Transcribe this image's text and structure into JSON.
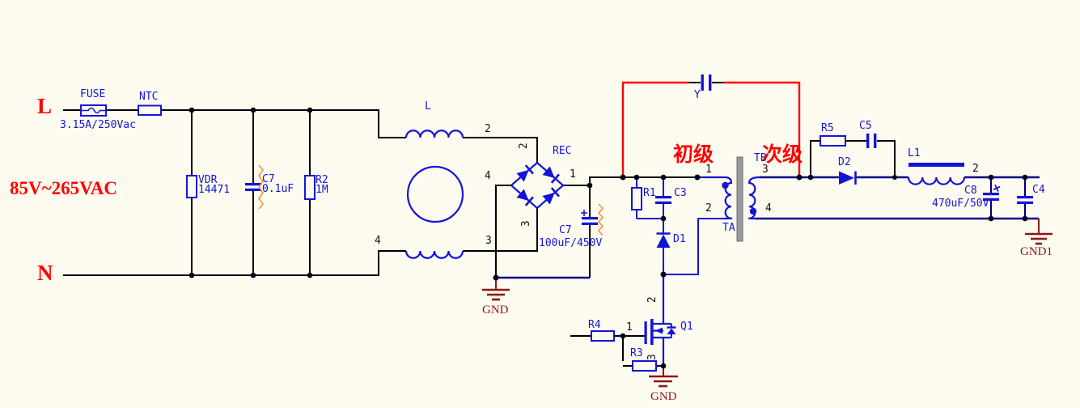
{
  "schematic": {
    "input": {
      "line_live": "L",
      "line_neutral": "N",
      "voltage_range": "85V~265VAC",
      "fuse": {
        "ref": "FUSE",
        "rating": "3.15A/250Vac"
      },
      "ntc": {
        "ref": "NTC"
      },
      "vdr": {
        "ref": "VDR",
        "value": "14471"
      },
      "cx": {
        "ref": "C7",
        "value": "0.1uF"
      },
      "bleeder": {
        "ref": "R2",
        "value": "1M"
      },
      "choke": {
        "ref": "L",
        "pin2": "2",
        "pin3": "3",
        "pin4": "4"
      }
    },
    "rectifier": {
      "ref": "REC",
      "pin1": "1",
      "pin2": "2",
      "pin3": "3",
      "pin4": "4",
      "bulk_cap": {
        "ref": "C7",
        "value": "100uF/450V"
      },
      "ground": "GND"
    },
    "clamp": {
      "r1": "R1",
      "c3": "C3",
      "d1": "D1",
      "y_cap": "Y"
    },
    "transformer": {
      "ref_primary": "TA",
      "ref_secondary": "TB",
      "primary_text": "初级",
      "secondary_text": "次级",
      "pin1": "1",
      "pin2": "2",
      "pin3": "3",
      "pin4": "4"
    },
    "switch": {
      "q1": "Q1",
      "r4": "R4",
      "r3": "R3",
      "pin_gate": "1",
      "pin_drain": "2",
      "pin_source": "3",
      "ground": "GND"
    },
    "output": {
      "r5": "R5",
      "c5": "C5",
      "d2": "D2",
      "l1": "L1",
      "l1_pin": "2",
      "c8": {
        "ref": "C8",
        "value": "470uF/50V"
      },
      "c4": "C4",
      "ground": "GND1"
    },
    "colors": {
      "wire_black": "#000000",
      "wire_navy": "#00008b",
      "symbol_blue": "#1414d8",
      "net_red": "#ff0000",
      "ground_dark_red": "#8b1818",
      "core_gray": "#98999b",
      "background": "#fdfbef"
    }
  }
}
